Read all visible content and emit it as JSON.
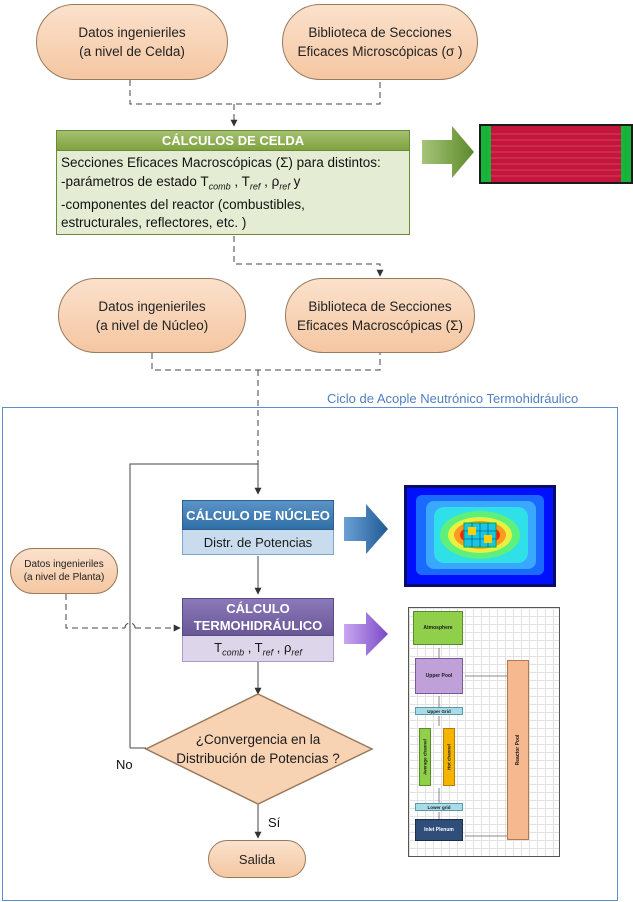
{
  "top_left_pill": [
    "Datos ingenieriles",
    "(a nivel de Celda)"
  ],
  "top_right_pill": [
    "Biblioteca de Secciones",
    "Eficaces Microscópicas (σ )"
  ],
  "cell_calc": {
    "title": "CÁLCULOS DE CELDA",
    "line1": "Secciones Eficaces Macroscópicas (Σ) para distintos:",
    "line2_prefix": "-parámetros de estado T",
    "line2_sub1": "comb",
    "line2_mid1": " , T",
    "line2_sub2": "ref",
    "line2_mid2": " , ρ",
    "line2_sub3": "ref",
    "line2_suffix": " y",
    "line3": "-componentes del reactor (combustibles,",
    "line4": "estructurales, reflectores, etc. )"
  },
  "mid_left_pill": [
    "Datos ingenieriles",
    "(a nivel de Núcleo)"
  ],
  "mid_right_pill": [
    "Biblioteca de Secciones",
    "Eficaces Macroscópicas (Σ)"
  ],
  "cycle_title": "Ciclo de Acople Neutrónico Termohidráulico",
  "core_calc": {
    "title": "CÁLCULO DE NÚCLEO",
    "body": "Distr. de Potencias"
  },
  "th_calc": {
    "title_line1": "CÁLCULO",
    "title_line2": "TERMOHIDRÁULICO",
    "body_t": "T",
    "body_sub1": "comb",
    "body_mid": " , T",
    "body_sub2": "ref",
    "body_rho": " , ρ",
    "body_sub3": "ref"
  },
  "plant_pill": [
    "Datos ingenieriles",
    "(a nivel de Planta)"
  ],
  "decision": [
    "¿Convergencia en la",
    "Distribución de Potencias ?"
  ],
  "no_label": "No",
  "yes_label": "Sí",
  "exit_label": "Salida",
  "th_diagram": {
    "atmosphere": "Atmosphere",
    "upper_pool": "Upper Pool",
    "upper_grid": "Upper Grid",
    "average_channel": "Average channel",
    "hot_channel": "Hot channel",
    "lower_grid": "Lower grid",
    "inlet_plenum": "Inlet Plenum",
    "reactor_pool": "Reactor Pool"
  },
  "colors": {
    "green_arrow": "#6f9a3a",
    "blue_arrow": "#2f6fa8",
    "purple_arrow": "#8a5fd0",
    "frame": "#5b8fd0"
  }
}
